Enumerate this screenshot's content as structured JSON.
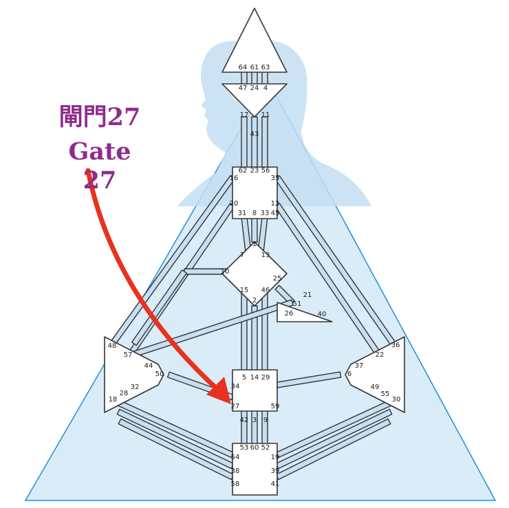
{
  "callout": {
    "title_zh": "閘門27",
    "title_en": "Gate 27",
    "color": "#8e2c8c",
    "arrow_color": "#e8321e"
  },
  "colors": {
    "triangle_fill": "#d9ecf8",
    "triangle_stroke": "#1e90d6",
    "silhouette": "#c3def2",
    "shape_fill": "#ffffff",
    "shape_stroke": "#333333",
    "channel_fill": "#c8dff2"
  },
  "gates": {
    "head": [
      "64",
      "61",
      "63"
    ],
    "ajna_top": [
      "47",
      "24",
      "4"
    ],
    "ajna_bottom": [
      "17",
      "43",
      "11"
    ],
    "throat": [
      "62",
      "23",
      "56",
      "16",
      "35",
      "20",
      "12",
      "31",
      "8",
      "33",
      "45"
    ],
    "g_center": [
      "1",
      "7",
      "13",
      "10",
      "25",
      "15",
      "46",
      "2"
    ],
    "ego": [
      "21",
      "51",
      "26",
      "40"
    ],
    "spleen": [
      "48",
      "57",
      "44",
      "50",
      "32",
      "28",
      "18"
    ],
    "solar_plexus": [
      "36",
      "22",
      "37",
      "6",
      "49",
      "55",
      "30"
    ],
    "sacral": [
      "5",
      "14",
      "29",
      "34",
      "27",
      "59",
      "42",
      "3",
      "9"
    ],
    "root": [
      "53",
      "60",
      "52",
      "54",
      "19",
      "38",
      "39",
      "58",
      "41"
    ]
  }
}
